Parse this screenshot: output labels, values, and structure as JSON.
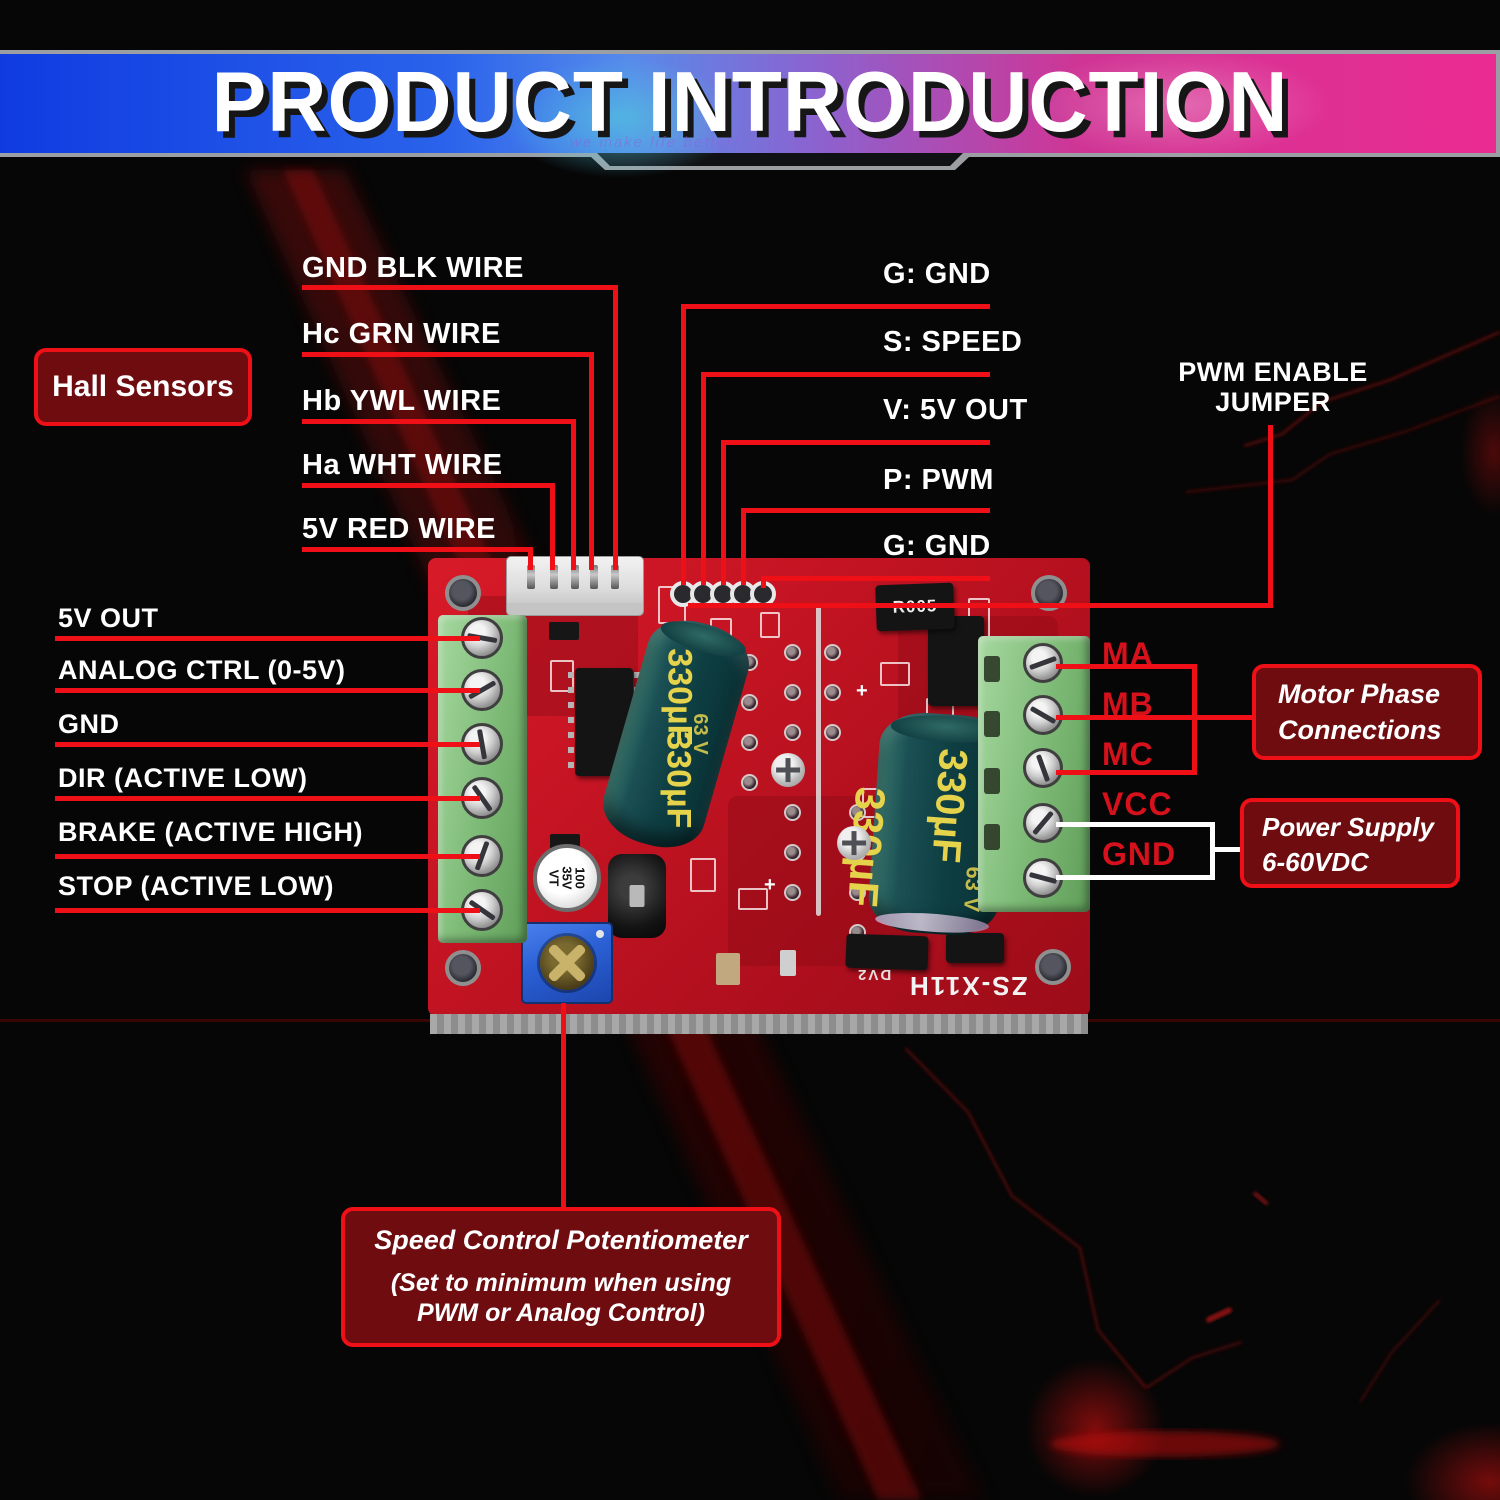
{
  "banner": {
    "title": "PRODUCT INTRODUCTION",
    "watermark": "we make life better!"
  },
  "hall_box": {
    "label": "Hall Sensors"
  },
  "hall_wires": {
    "labels": [
      "GND BLK WIRE",
      "Hc GRN WIRE",
      "Hb YWL WIRE",
      "Ha WHT WIRE",
      "5V RED WIRE"
    ]
  },
  "signal_pins": {
    "labels": [
      "G: GND",
      "S: SPEED",
      "V: 5V OUT",
      "P: PWM",
      "G: GND"
    ]
  },
  "pwm_jumper": {
    "line1": "PWM ENABLE",
    "line2": "JUMPER"
  },
  "control_pins": {
    "labels": [
      "5V OUT",
      "ANALOG CTRL (0-5V)",
      "GND",
      "DIR (ACTIVE LOW)",
      "BRAKE (ACTIVE HIGH)",
      "STOP (ACTIVE LOW)"
    ]
  },
  "motor_pins": {
    "labels": [
      "MA",
      "MB",
      "MC",
      "VCC",
      "GND"
    ]
  },
  "motor_phase_box": {
    "line1": "Motor Phase",
    "line2": "Connections"
  },
  "power_box": {
    "line1": "Power Supply",
    "line2": "6-60VDC"
  },
  "pot_box": {
    "line1": "Speed Control Potentiometer",
    "line2": "(Set to minimum when using",
    "line3": "PWM or Analog Control)"
  },
  "board": {
    "model": "ZS-X11H",
    "model_suffix": "DV2",
    "shunt_resistor": "R005",
    "cap_value": "330µF",
    "cap_voltage": "63 V",
    "small_cap_line1": "100",
    "small_cap_line2": "35V",
    "small_cap_line3": "VT",
    "plus_mark": "+"
  },
  "colors": {
    "callout_red": "#ee1016",
    "connector_white": "#ffffff",
    "pin_label_red": "#d6111c",
    "box_fill": "#6e0c10",
    "box_border": "#ee1016",
    "banner_left_blue": "#1141f5",
    "banner_right_pink": "#ff2f9f",
    "pcb_red": "#c51423",
    "terminal_green": "#8fc98a",
    "capacitor_teal": "#0e3f41",
    "potentiometer_blue": "#2a5fd4"
  }
}
